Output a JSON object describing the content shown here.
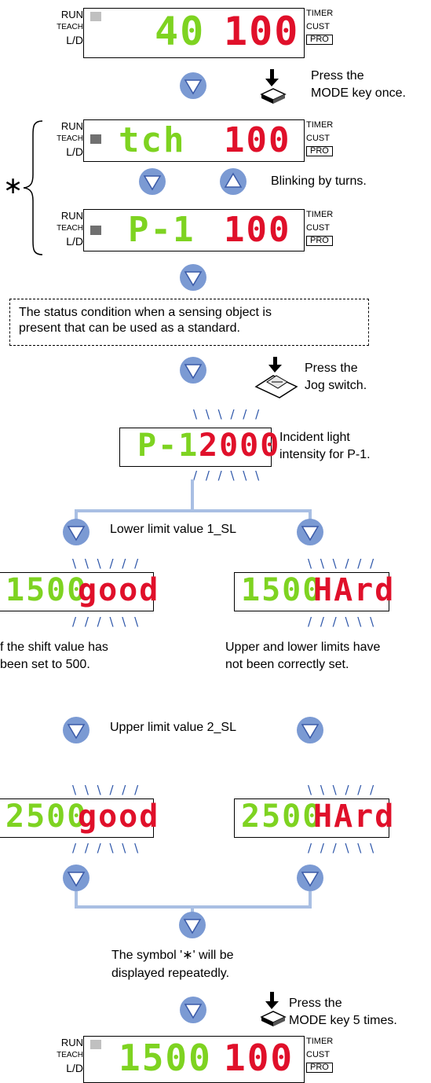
{
  "colors": {
    "green": "#7ed321",
    "red": "#e0102a",
    "circle": "#7b9ad3",
    "line": "#a9bfe3",
    "blink": "#2b54a8",
    "indicator_light": "#c0c0c0",
    "indicator_dark": "#707070"
  },
  "side_labels": {
    "run": "RUN",
    "teach": "TEACH",
    "ld": "L/D",
    "timer": "TIMER",
    "cust": "CUST",
    "pro": "PRO"
  },
  "display1": {
    "left": "40",
    "right": "100"
  },
  "display2": {
    "left": "tch",
    "right": "100"
  },
  "display3": {
    "left": "P-1",
    "right": "100"
  },
  "display4": {
    "left": "P-1",
    "right": "2000"
  },
  "display5a": {
    "left": "1500",
    "right": "good"
  },
  "display5b": {
    "left": "1500",
    "right": "HArd"
  },
  "display6a": {
    "left": "2500",
    "right": "good"
  },
  "display6b": {
    "left": "2500",
    "right": "HArd"
  },
  "display7": {
    "left": "1500",
    "right": "100"
  },
  "blink_rays": {
    "top": "\\ \\ \\ / / /",
    "bottom": "/ / / \\ \\ \\"
  },
  "texts": {
    "press_mode_once_1": "Press the",
    "press_mode_once_2": "MODE key once.",
    "asterisk": "∗",
    "blinking": "Blinking by turns.",
    "status_1": "The status condition when a sensing object is",
    "status_2": "present that can be used as a standard.",
    "press_jog_1": "Press the",
    "press_jog_2": "Jog switch.",
    "incident_1": "Incident light",
    "incident_2": "intensity for P-1.",
    "lower_limit": "Lower limit value 1_SL",
    "shift_1": "f the shift value has",
    "shift_2": "been set to 500.",
    "limits_1": "Upper and lower limits have",
    "limits_2": "not been correctly set.",
    "upper_limit": "Upper limit value 2_SL",
    "symbol_1": "The symbol '∗' will be",
    "symbol_2": "displayed repeatedly.",
    "press_mode5_1": "Press the",
    "press_mode5_2": "MODE key 5 times."
  }
}
